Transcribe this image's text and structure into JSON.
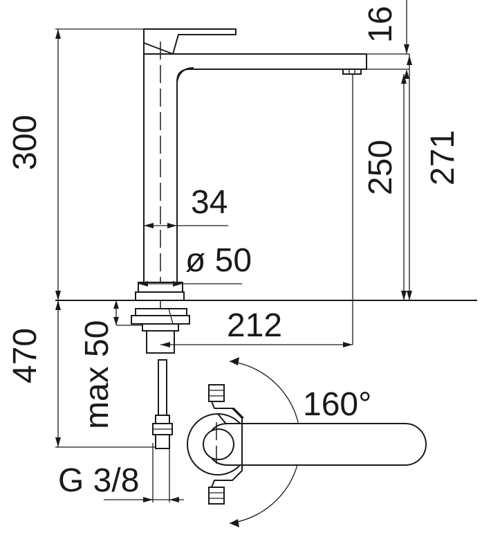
{
  "dimensions": {
    "total_height": "300",
    "handle_height": "16",
    "spout_total": "271",
    "spout_clearance": "250",
    "body_width": "34",
    "base_diameter": "ø 50",
    "spout_reach": "212",
    "hose_length": "470",
    "deck_thickness": "max 50",
    "connection_thread": "G 3/8",
    "rotation_angle": "160°"
  }
}
